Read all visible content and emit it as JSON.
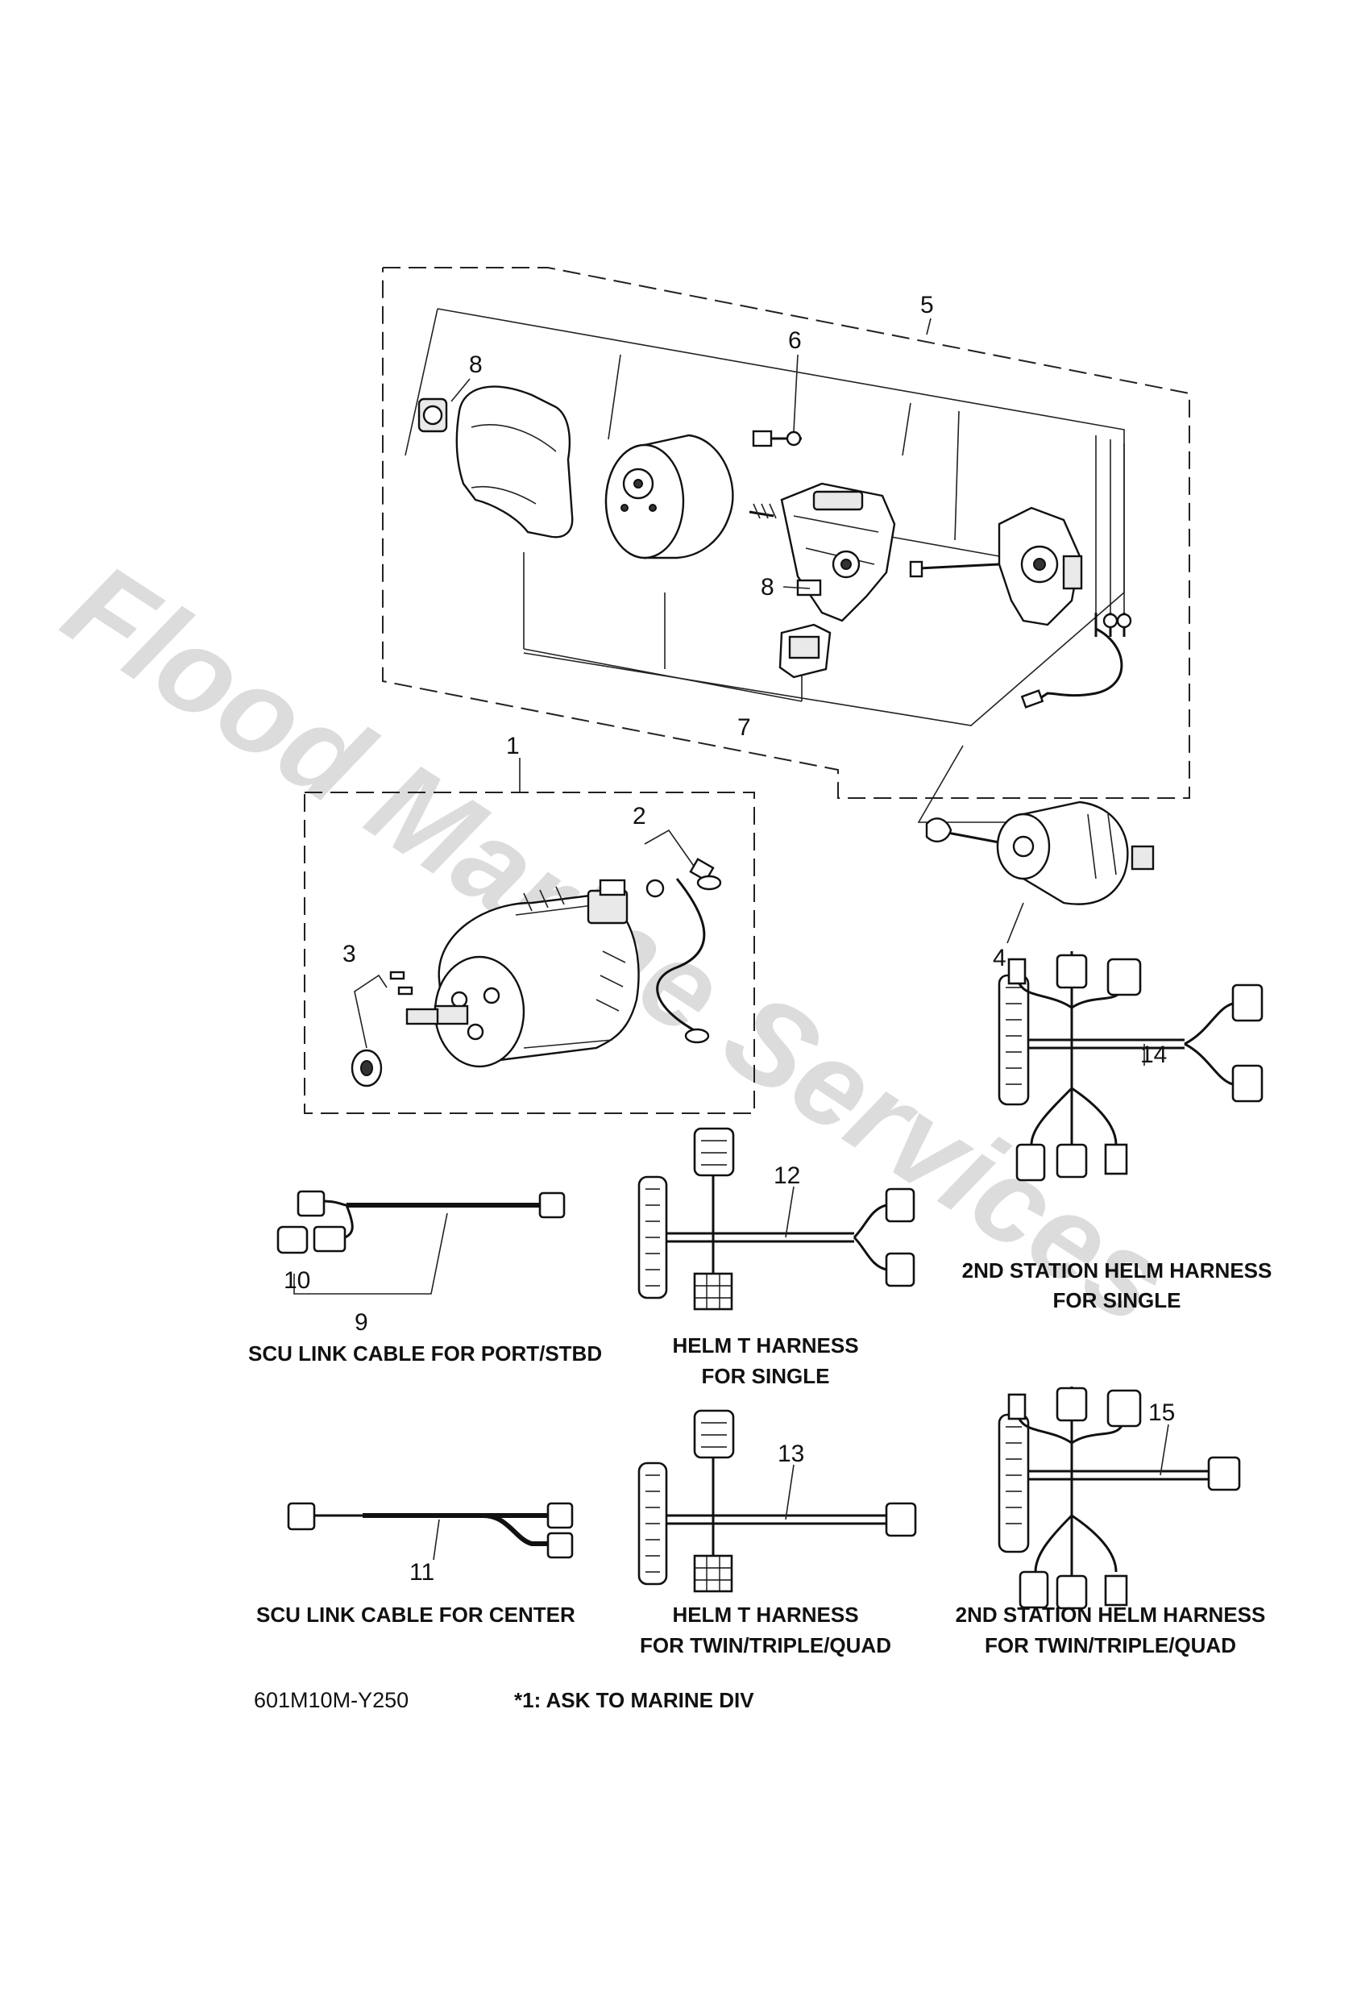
{
  "watermark": "Flood Marine Services",
  "callouts": {
    "c1": "1",
    "c2": "2",
    "c3": "3",
    "c4": "4",
    "c5": "5",
    "c6": "6",
    "c7": "7",
    "c8a": "8",
    "c8b": "8",
    "c9": "9",
    "c10": "10",
    "c11": "11",
    "c12": "12",
    "c13": "13",
    "c14": "14",
    "c15": "15"
  },
  "captions": {
    "scu_port_stbd": "SCU LINK CABLE FOR PORT/STBD",
    "helm_t_single_1": "HELM T HARNESS",
    "helm_t_single_2": "FOR SINGLE",
    "second_single_1": "2ND STATION HELM HARNESS",
    "second_single_2": "FOR SINGLE",
    "scu_center": "SCU LINK CABLE FOR CENTER",
    "helm_t_twin_1": "HELM T HARNESS",
    "helm_t_twin_2": "FOR TWIN/TRIPLE/QUAD",
    "second_twin_1": "2ND STATION HELM HARNESS",
    "second_twin_2": "FOR TWIN/TRIPLE/QUAD"
  },
  "footer": {
    "ref_code": "601M10M-Y250",
    "note": "*1:  ASK TO MARINE DIV"
  },
  "colors": {
    "line": "#111111",
    "watermark": "#d6d6d6",
    "background": "#ffffff"
  }
}
